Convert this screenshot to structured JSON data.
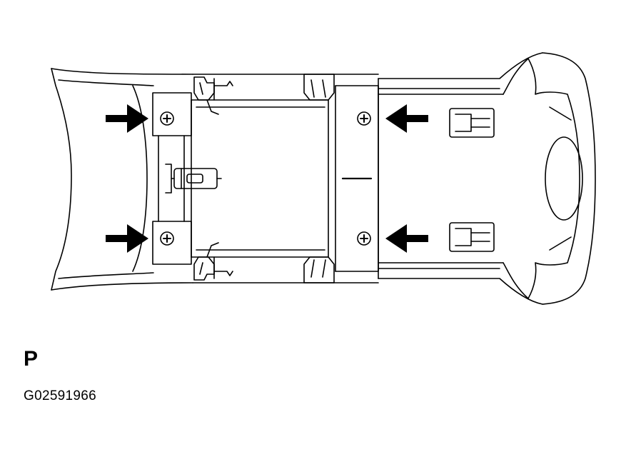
{
  "figure": {
    "view_label": "P",
    "figure_code": "G02591966",
    "ink_color": "#000000",
    "paper_color": "#ffffff",
    "arrow_count": 4,
    "screw_count": 4
  }
}
